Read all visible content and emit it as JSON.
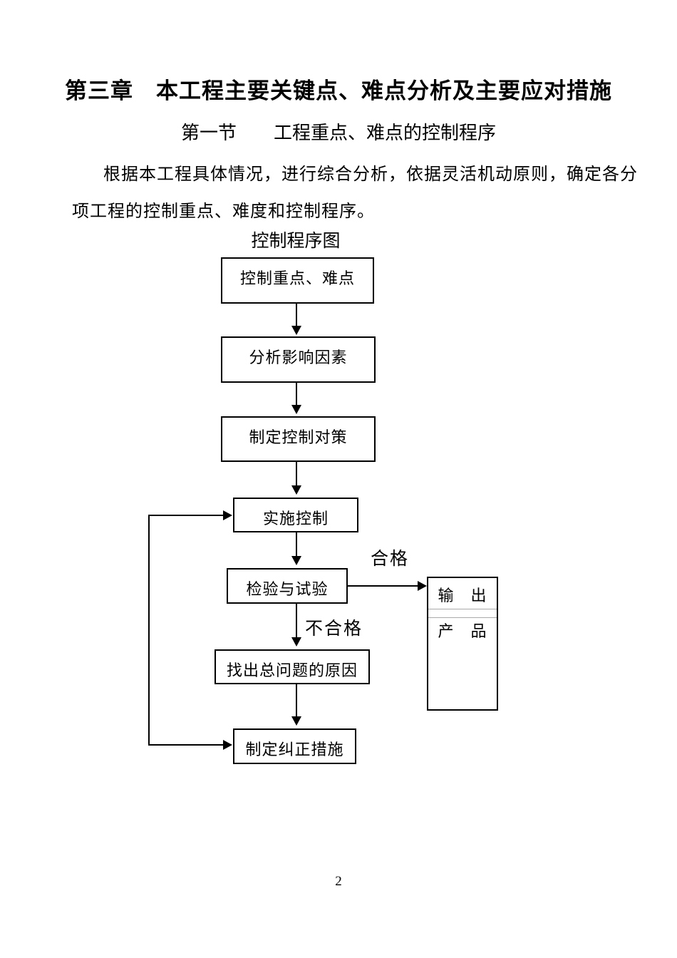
{
  "page": {
    "title": "第三章　本工程主要关键点、难点分析及主要应对措施",
    "section_heading": "第一节　　工程重点、难点的控制程序",
    "paragraph_lines": [
      "根据本工程具体情况，进行综合分析，依据灵活机动原则，确定各分",
      "项工程的控制重点、难度和控制程序。"
    ],
    "page_number": "2"
  },
  "flowchart": {
    "title": "控制程序图",
    "boxes": [
      {
        "label": "控制重点、难点"
      },
      {
        "label": "分析影响因素"
      },
      {
        "label": "制定控制对策"
      },
      {
        "label": "实施控制"
      },
      {
        "label": "检验与试验"
      },
      {
        "label": "找出总问题的原因"
      },
      {
        "label": "制定纠正措施"
      }
    ],
    "output_box": {
      "line1": "输　出",
      "line2": "产　品"
    },
    "edge_labels": {
      "pass": "合格",
      "fail": "不合格"
    },
    "colors": {
      "line": "#000000",
      "divider": "#aaaaaa",
      "background": "#ffffff"
    }
  }
}
